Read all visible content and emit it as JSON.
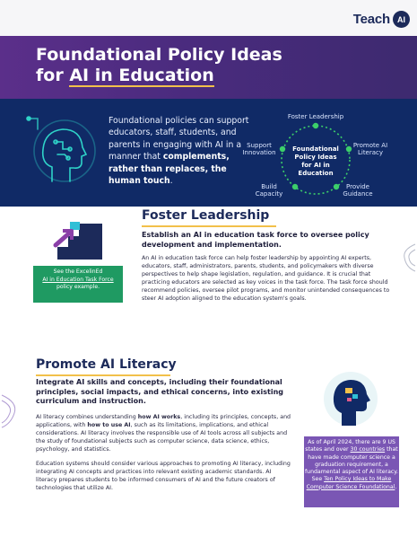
{
  "brand": {
    "name": "Teach",
    "badge": "AI"
  },
  "banner": {
    "title_line1": "Foundational Policy Ideas",
    "title_prefix": "for ",
    "title_underlined": "AI in Education"
  },
  "hero": {
    "text_part1": "Foundational policies can support educators, staff, students, and parents in engaging with AI in a manner that ",
    "text_bold": "complements, rather than replaces, the human touch",
    "text_end": "."
  },
  "cycle": {
    "center": "Foundational Policy Ideas for AI in Education",
    "top": "Foster Leadership",
    "right": "Promote AI Literacy",
    "bottom_right": "Provide Guidance",
    "bottom_left": "Build Capacity",
    "left": "Support Innovation"
  },
  "section1": {
    "title": "Foster Leadership",
    "subtitle": "Establish an AI in education task force to oversee policy development and implementation.",
    "body": "An AI in education task force can help foster leadership by appointing AI experts, educators, staff, administrators, parents, students, and policymakers with diverse perspectives to help shape legislation, regulation, and guidance. It is crucial that practicing educators are selected as key voices in the task force. The task force should recommend policies, oversee pilot programs, and monitor unintended consequences to steer AI adoption aligned to the education system's goals.",
    "callout_line1": "See the ExcelinEd",
    "callout_link": "AI in Education Task Force",
    "callout_line3": "policy example."
  },
  "section2": {
    "title": "Promote AI Literacy",
    "subtitle": "Integrate AI skills and concepts, including their foundational principles, social impacts, and ethical concerns, into existing curriculum and instruction.",
    "p1_a": "AI literacy combines understanding ",
    "p1_b": "how AI works",
    "p1_c": ", including its principles, concepts, and applications, with ",
    "p1_d": "how to use AI",
    "p1_e": ", such as its limitations, implications, and ethical considerations. AI literacy involves the responsible use of AI tools across all subjects and the study of foundational subjects such as computer science, data science, ethics, psychology, and statistics.",
    "p2": "Education systems should consider various approaches to promoting AI literacy, including integrating AI concepts and practices into relevant existing academic standards. AI literacy prepares students to be informed consumers of AI and the future creators of technologies that utilize AI.",
    "callout_a": "As of April 2024, there are 9 US states and over ",
    "callout_link1": "30 countries",
    "callout_b": " that have made computer science a graduation requirement, a fundamental aspect of AI literacy. See ",
    "callout_link2": "Ten Policy Ideas to Make Computer Science Foundational",
    "callout_c": "."
  },
  "colors": {
    "navy": "#102a66",
    "purple": "#5b2f8a",
    "gold": "#f2c04a",
    "green": "#1f9a62",
    "violet": "#7a56b4"
  }
}
